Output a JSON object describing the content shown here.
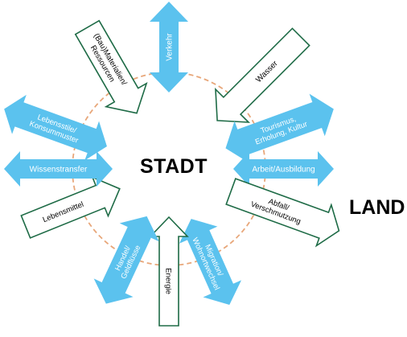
{
  "center_label": "STADT",
  "outer_label": "LAND",
  "arrows": [
    {
      "id": "verkehr",
      "label": [
        "Verkehr"
      ],
      "style": "filled",
      "direction": "both"
    },
    {
      "id": "wasser",
      "label": [
        "Wasser"
      ],
      "style": "outline",
      "direction": "inward"
    },
    {
      "id": "tourismus",
      "label": [
        "Tourismus,",
        "Erholung, Kultur"
      ],
      "style": "filled",
      "direction": "both"
    },
    {
      "id": "arbeit",
      "label": [
        "Arbeit/Ausbildung"
      ],
      "style": "filled",
      "direction": "both"
    },
    {
      "id": "abfall",
      "label": [
        "Abfall/",
        "Verschmutzung"
      ],
      "style": "outline",
      "direction": "outward"
    },
    {
      "id": "migration",
      "label": [
        "Migration/",
        "Wohnortwechsel"
      ],
      "style": "filled",
      "direction": "both"
    },
    {
      "id": "energie",
      "label": [
        "Energie"
      ],
      "style": "outline",
      "direction": "inward"
    },
    {
      "id": "handel",
      "label": [
        "Handel/",
        "Geldflüsse"
      ],
      "style": "filled",
      "direction": "both"
    },
    {
      "id": "lebensmittel",
      "label": [
        "Lebensmittel"
      ],
      "style": "outline",
      "direction": "inward"
    },
    {
      "id": "wissenstransfer",
      "label": [
        "Wissenstransfer"
      ],
      "style": "filled",
      "direction": "both"
    },
    {
      "id": "lebensstile",
      "label": [
        "Lebensstile/",
        "Konsummuster"
      ],
      "style": "filled",
      "direction": "both"
    },
    {
      "id": "materialien",
      "label": [
        "(Bau)Materialien/",
        "Ressourcen"
      ],
      "style": "outline",
      "direction": "inward"
    }
  ],
  "colors": {
    "arrow_fill": "#5bc2ee",
    "outline_stroke": "#1e6b46",
    "outline_fill": "#ffffff",
    "ring": "#e8a77a",
    "filled_text": "#ffffff",
    "outline_text": "#000000"
  }
}
